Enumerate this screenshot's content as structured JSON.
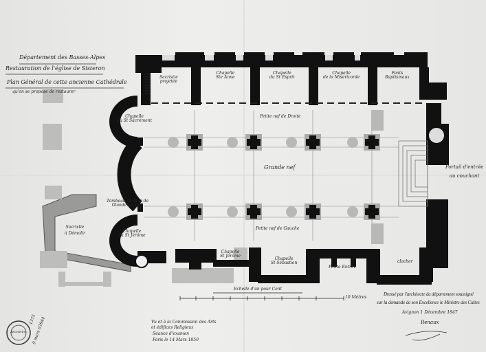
{
  "header": {
    "department": "Département des Basses-Alpes",
    "project": "Restauration de l'église de Sisteron",
    "plan_title": "Plan Général de cette ancienne Cathédrale",
    "plan_subtitle": "qu'on se propose de restaurer"
  },
  "rooms": {
    "sacristie_projetee": [
      "Sacristie",
      "projetée"
    ],
    "chapelle_ste_anne": [
      "Chapelle",
      "Ste Anne"
    ],
    "chapelle_st_esprit": [
      "Chapelle",
      "du St Esprit"
    ],
    "chapelle_misericorde": [
      "Chapelle",
      "de la Miséricorde"
    ],
    "fonts_baptismaux": [
      "Fonts",
      "Baptismaux"
    ],
    "chapelle_st_sacrement": [
      "Chapelle",
      "du St Sacrement"
    ],
    "petite_nef_droite": "Petite nef de Droite",
    "grande_nef": "Grande nef",
    "portail": [
      "Portail d'entrée",
      "au couchant"
    ],
    "tombeau": [
      "Tombeau de Mgr de",
      "Glandèves Ley."
    ],
    "sacristie_demolir": [
      "Sacristie",
      "à Démolir"
    ],
    "chapelle_gauche_abside": [
      "Chapelle",
      "du St Jérôme"
    ],
    "petite_nef_gauche": "Petite nef de Gauche",
    "chapelle_ste_anne_bas": [
      "Chapelle",
      "St Jérôme"
    ],
    "chapelle_st_sebastien": [
      "Chapelle",
      "St Sébastien"
    ],
    "petite_entree": "Petite Entrée",
    "clocher": "clocher"
  },
  "scale": {
    "label": "Echelle d'un pour Cent",
    "unit": "10 Mètres"
  },
  "signature_block": {
    "line1": "Dressé par l'architecte du département soussigné",
    "line2": "sur la demande de son Excellence le Ministre des Cultes",
    "place_date": "Avignon 1 Décembre 1847",
    "signature": "Renaux"
  },
  "approval": {
    "line1": "Vu et à la Commission des Arts",
    "line2": "et édifices Religieux",
    "line3": "Séance d'examen",
    "line4": "Paris le 14 Mars 1850"
  },
  "stamp": {
    "text": "ARCHIVES",
    "number": "1375",
    "code": "9 mars 03944"
  }
}
